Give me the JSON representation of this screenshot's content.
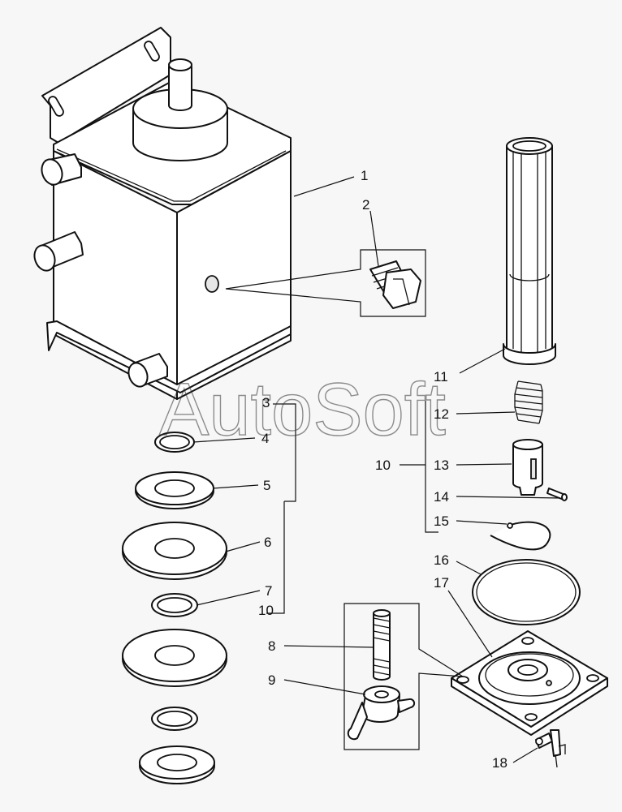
{
  "diagram": {
    "watermark": "AutoSoft",
    "callouts": [
      {
        "id": "c1",
        "text": "1"
      },
      {
        "id": "c2",
        "text": "2"
      },
      {
        "id": "c3",
        "text": "3"
      },
      {
        "id": "c4",
        "text": "4"
      },
      {
        "id": "c5",
        "text": "5"
      },
      {
        "id": "c6",
        "text": "6"
      },
      {
        "id": "c7",
        "text": "7"
      },
      {
        "id": "c10a",
        "text": "10"
      },
      {
        "id": "c8",
        "text": "8"
      },
      {
        "id": "c9",
        "text": "9"
      },
      {
        "id": "c10b",
        "text": "10"
      },
      {
        "id": "c11",
        "text": "11"
      },
      {
        "id": "c12",
        "text": "12"
      },
      {
        "id": "c13",
        "text": "13"
      },
      {
        "id": "c14",
        "text": "14"
      },
      {
        "id": "c15",
        "text": "15"
      },
      {
        "id": "c16",
        "text": "16"
      },
      {
        "id": "c17",
        "text": "17"
      },
      {
        "id": "c18",
        "text": "18"
      }
    ]
  }
}
